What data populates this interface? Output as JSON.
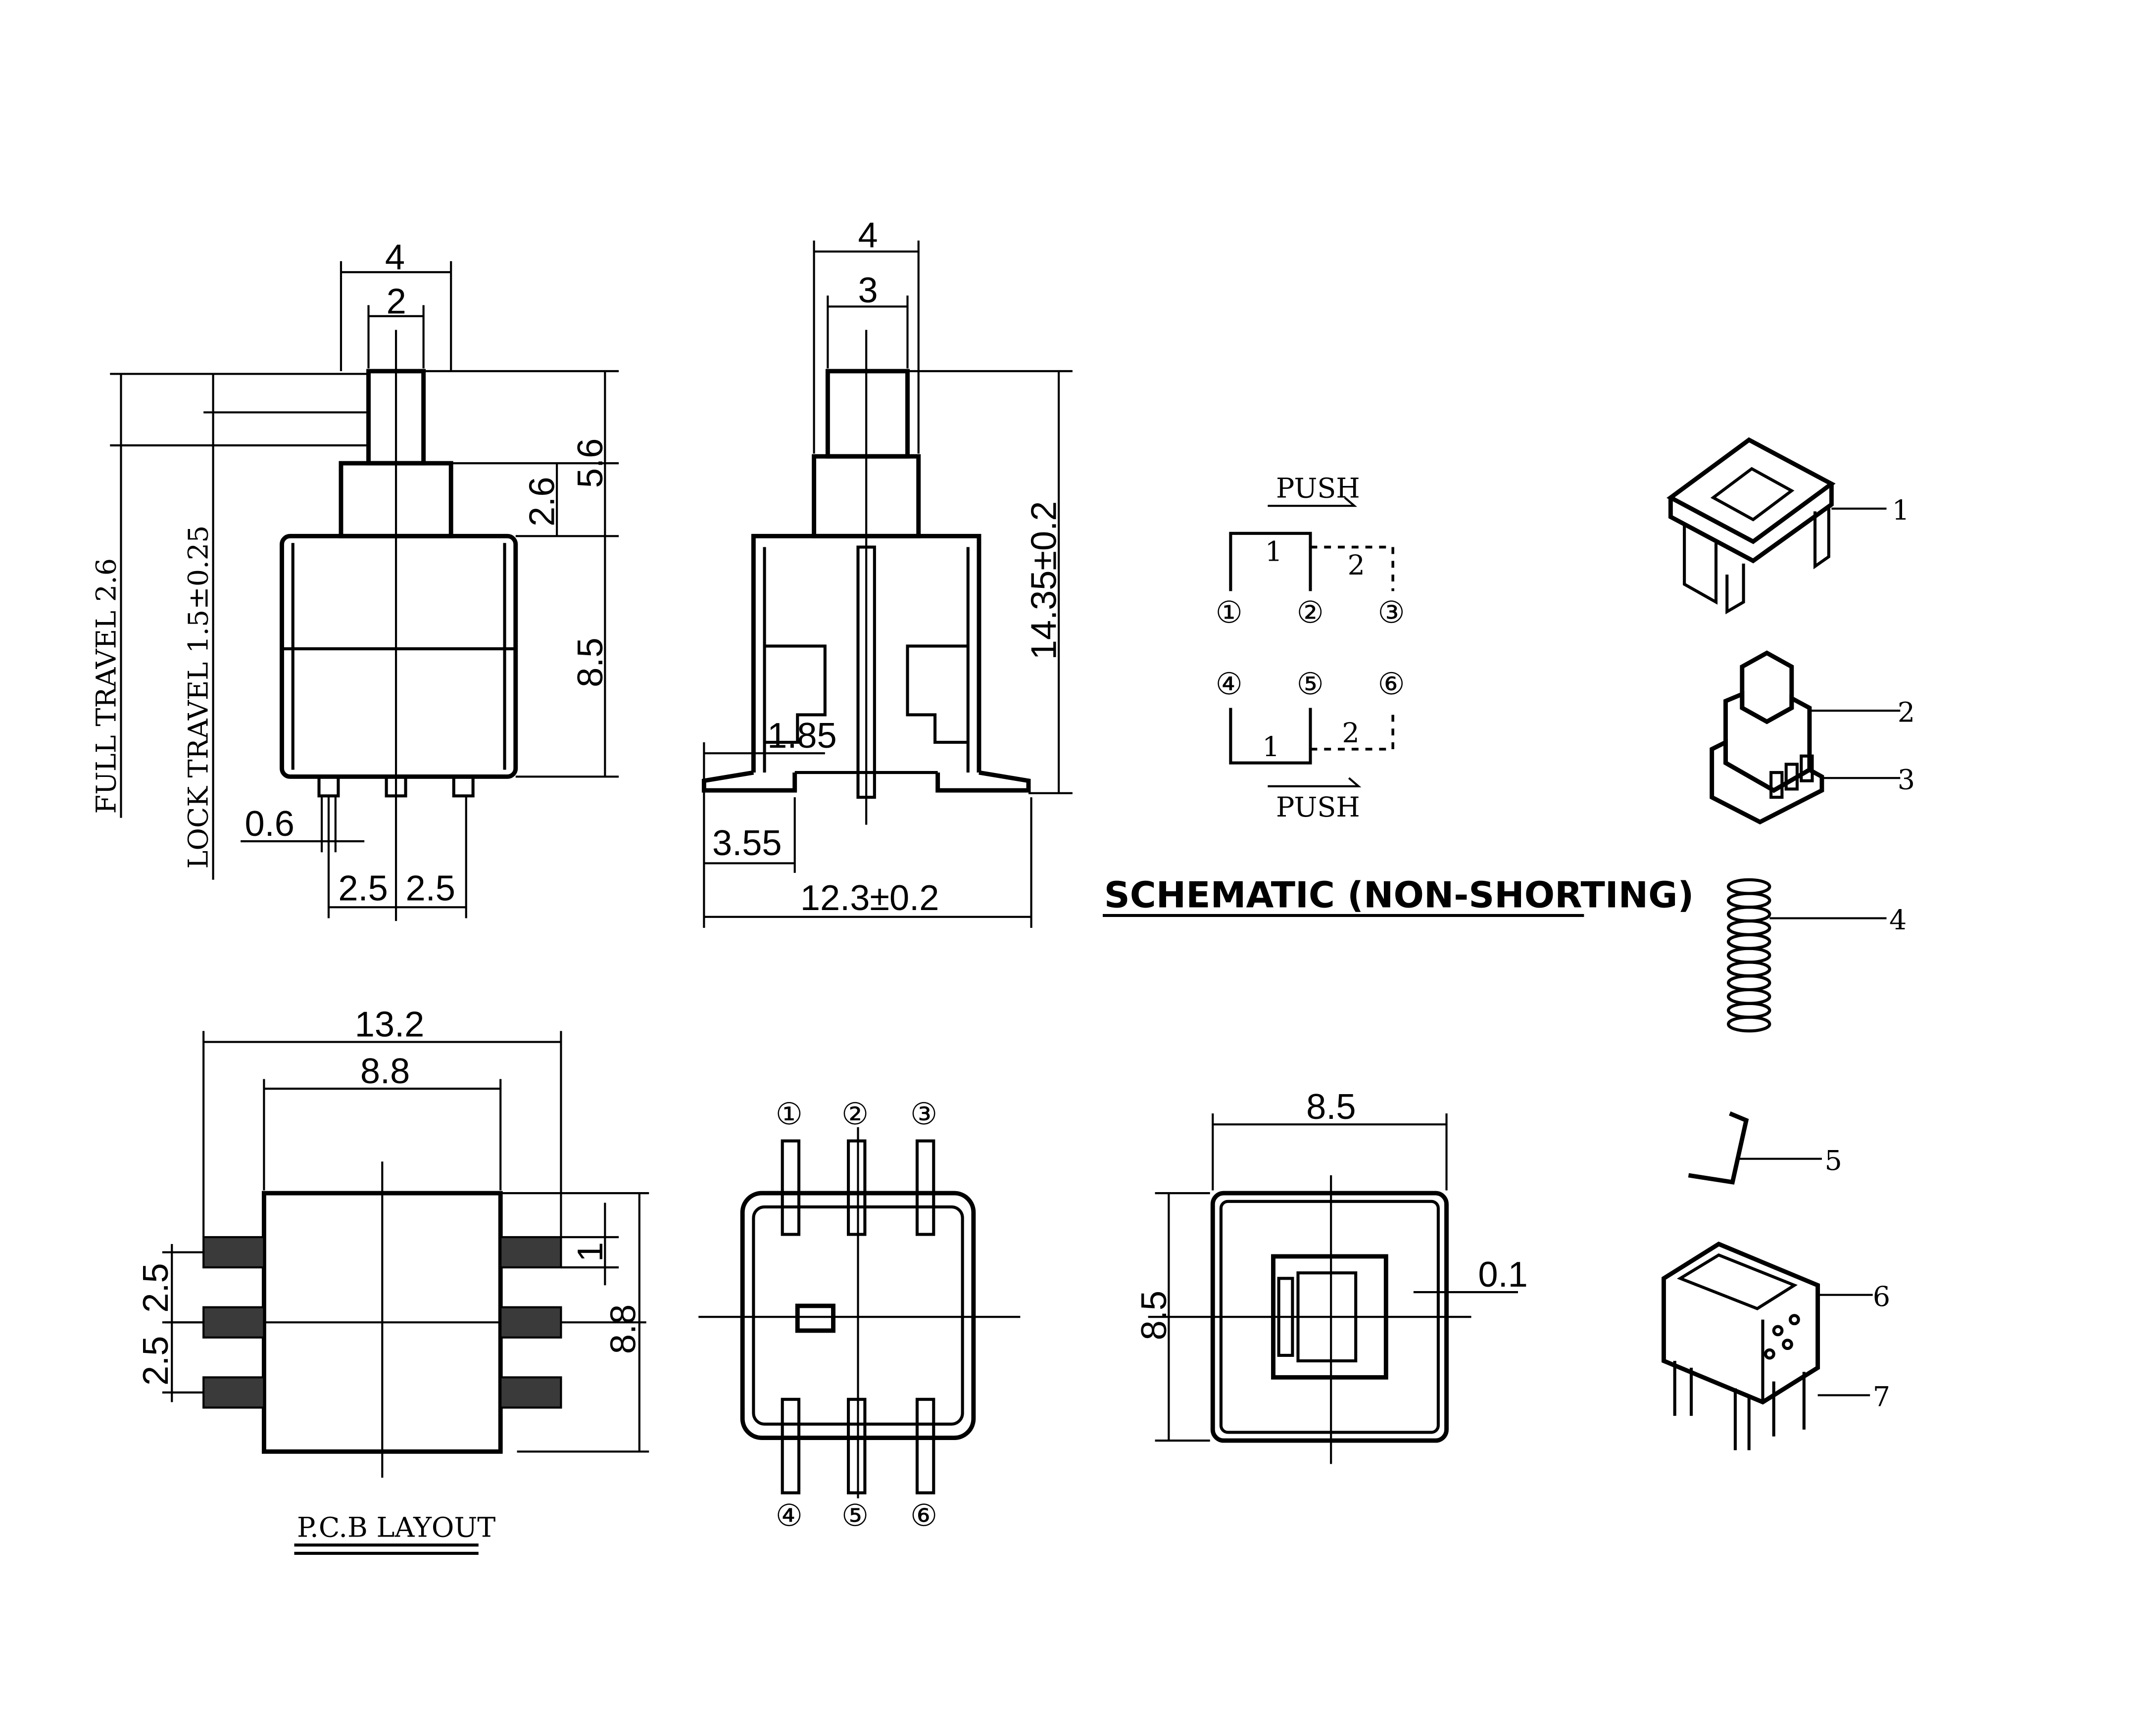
{
  "side_view": {
    "dim_top_4": "4",
    "dim_2": "2",
    "dim_5_6": "5.6",
    "dim_2_6": "2.6",
    "dim_8_5": "8.5",
    "full_travel": "FULL TRAVEL 2.6",
    "lock_travel": "LOCK TRAVEL 1.5±0.25",
    "dim_0_6": "0.6",
    "pitch_left": "2.5",
    "pitch_right": "2.5"
  },
  "front_view": {
    "dim_4": "4",
    "dim_3": "3",
    "dim_height": "14.35±0.2",
    "dim_1_85": "1.85",
    "dim_3_55": "3.55",
    "dim_width": "12.3±0.2"
  },
  "schematic": {
    "title": "SCHEMATIC (NON-SHORTING)",
    "push_top": "PUSH",
    "push_bottom": "PUSH",
    "top_pos_1": "1",
    "top_pos_2": "2",
    "bottom_pos_1": "1",
    "bottom_pos_2": "2",
    "pins": [
      "①",
      "②",
      "③",
      "④",
      "⑤",
      "⑥"
    ]
  },
  "pcb_layout": {
    "title": "P.C.B LAYOUT",
    "dim_13_2": "13.2",
    "dim_8_8_top": "8.8",
    "dim_2_5_a": "2.5",
    "dim_2_5_b": "2.5",
    "dim_1": "1",
    "dim_8_8_side": "8.8"
  },
  "bottom_view": {
    "pins_top": [
      "①",
      "②",
      "③"
    ],
    "pins_bottom": [
      "④",
      "⑤",
      "⑥"
    ]
  },
  "top_view": {
    "dim_width": "8.5",
    "dim_height": "8.5",
    "dim_0_1": "0.1"
  },
  "exploded_parts": {
    "labels": [
      "1",
      "2",
      "3",
      "4",
      "5",
      "6",
      "7"
    ]
  }
}
